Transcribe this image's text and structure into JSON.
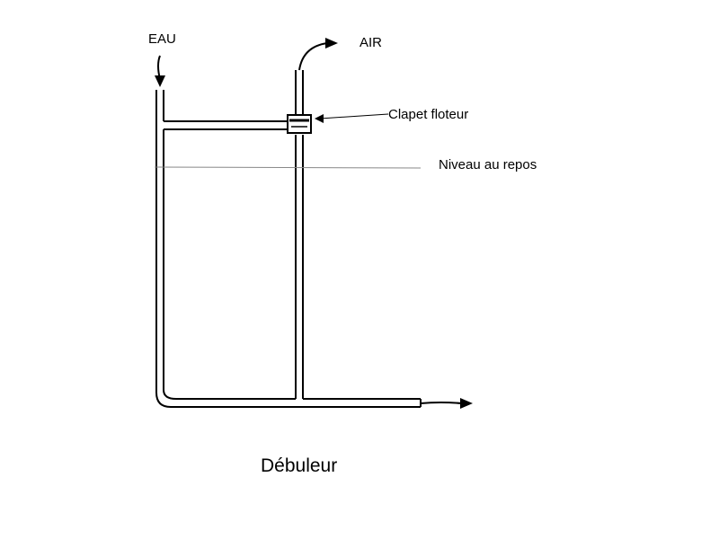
{
  "labels": {
    "water_in": "EAU",
    "air_out": "AIR",
    "float_valve": "Clapet floteur",
    "rest_level": "Niveau au repos",
    "title": "Débuleur"
  },
  "colors": {
    "ink": "#000000",
    "level_line": "#888888",
    "background": "#ffffff"
  }
}
